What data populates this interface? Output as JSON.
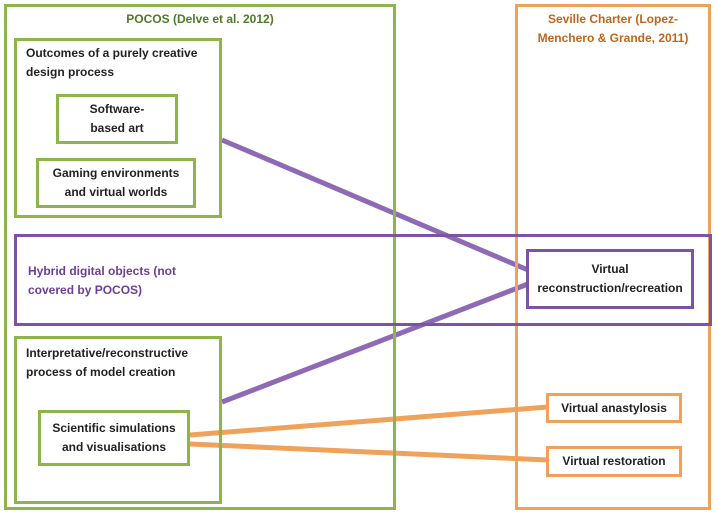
{
  "pocos": {
    "title": "POCOS (Delve et al. 2012)",
    "outcomes": {
      "heading": "Outcomes of a purely creative design process",
      "software_art": "Software-based art",
      "gaming": "Gaming environments and virtual worlds"
    },
    "interpretative": {
      "heading": "Interpretative/reconstructive process of model creation",
      "scientific": "Scientific simulations and visualisations"
    }
  },
  "hybrid": {
    "heading": "Hybrid digital objects (not covered by POCOS)"
  },
  "seville": {
    "title": "Seville Charter (Lopez-Menchero & Grande, 2011)",
    "virtual_reconstruction": "Virtual reconstruction/recreation",
    "virtual_anastylosis": "Virtual anastylosis",
    "virtual_restoration": "Virtual restoration"
  },
  "colors": {
    "green": "#8db54a",
    "orange": "#f0a25a",
    "purple": "#7b55a3",
    "pocos_title": "#4f7a28",
    "seville_title": "#c0661a",
    "hybrid_text": "#6a3f95"
  }
}
